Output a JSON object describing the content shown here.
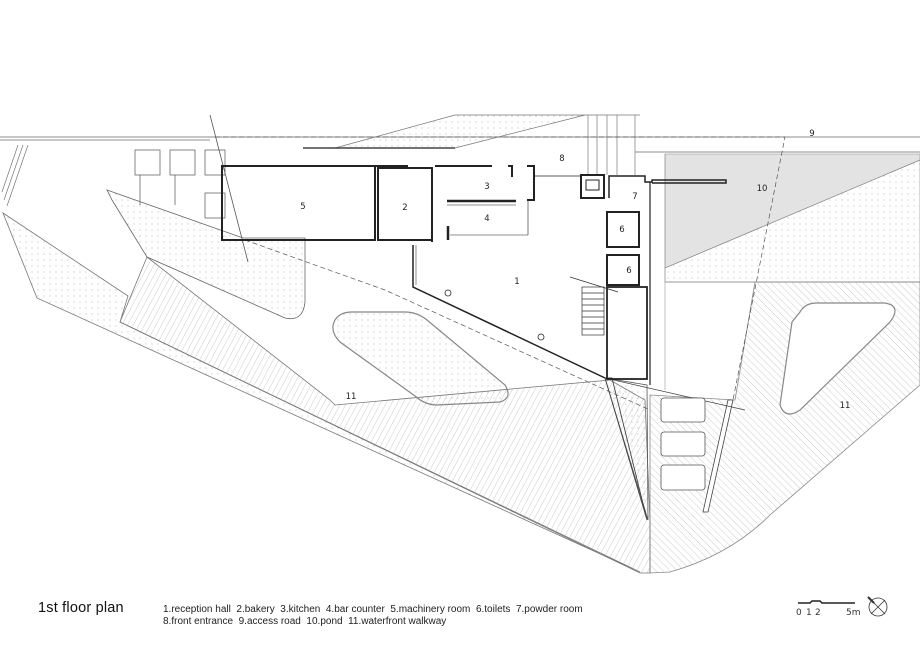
{
  "title": "1st floor plan",
  "legend": {
    "line1": "1.reception hall  2.bakery  3.kitchen  4.bar counter  5.machinery room  6.toilets  7.powder room",
    "line2": "8.front entrance  9.access road  10.pond  11.waterfront walkway"
  },
  "room_labels": {
    "reception_hall": "1",
    "bakery": "2",
    "kitchen": "3",
    "bar_counter": "4",
    "machinery_room": "5",
    "toilets_a": "6",
    "toilets_b": "6",
    "powder_room": "7",
    "front_entrance": "8",
    "access_road": "9",
    "pond": "10",
    "walkway_left": "11",
    "walkway_right": "11"
  },
  "scale_bar": {
    "t0": "0",
    "t1": "1",
    "t2": "2",
    "t5": "5m"
  },
  "colors": {
    "pond": "#e3e3e3",
    "line": "#333333",
    "hatch": "#9a9a9a"
  }
}
